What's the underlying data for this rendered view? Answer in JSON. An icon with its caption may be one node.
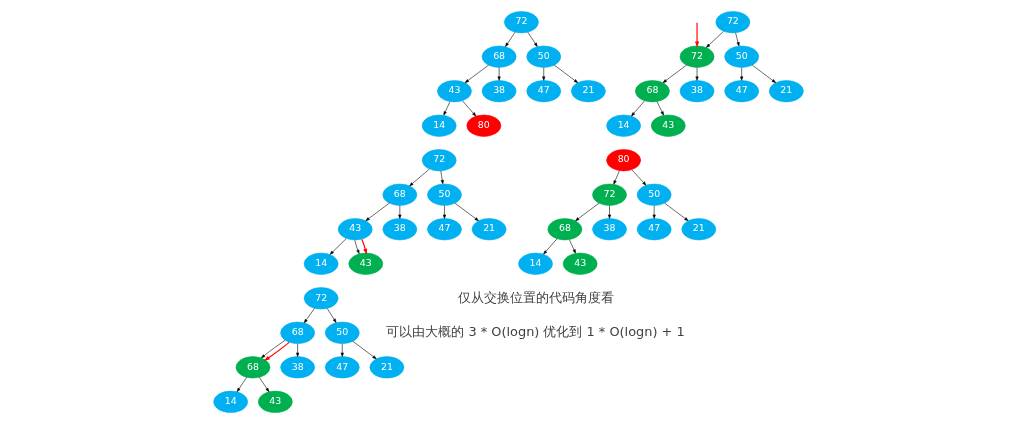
{
  "diagram": {
    "nodes": [
      {
        "text": [
          "72"
        ]
      },
      {
        "text": [
          "68"
        ]
      },
      {
        "text": [
          "50"
        ]
      },
      {
        "text": [
          "43"
        ]
      },
      {
        "text": [
          "38"
        ]
      },
      {
        "text": [
          "47"
        ]
      },
      {
        "text": [
          "21"
        ]
      },
      {
        "text": [
          "14"
        ]
      },
      {
        "text": [
          "80"
        ]
      },
      {
        "text": [
          "72"
        ]
      },
      {
        "text": [
          "72"
        ]
      },
      {
        "text": [
          "50"
        ]
      },
      {
        "text": [
          "68"
        ]
      },
      {
        "text": [
          "38"
        ]
      },
      {
        "text": [
          "47"
        ]
      },
      {
        "text": [
          "21"
        ]
      },
      {
        "text": [
          "14"
        ]
      },
      {
        "text": [
          "43"
        ]
      },
      {
        "text": [
          "72"
        ]
      },
      {
        "text": [
          "68"
        ]
      },
      {
        "text": [
          "50"
        ]
      },
      {
        "text": [
          "43"
        ]
      },
      {
        "text": [
          "38"
        ]
      },
      {
        "text": [
          "47"
        ]
      },
      {
        "text": [
          "21"
        ]
      },
      {
        "text": [
          "14"
        ]
      },
      {
        "text": [
          "43"
        ]
      },
      {
        "text": [
          "80"
        ]
      },
      {
        "text": [
          "72"
        ]
      },
      {
        "text": [
          "50"
        ]
      },
      {
        "text": [
          "68"
        ]
      },
      {
        "text": [
          "38"
        ]
      },
      {
        "text": [
          "47"
        ]
      },
      {
        "text": [
          "21"
        ]
      },
      {
        "text": [
          "14"
        ]
      },
      {
        "text": [
          "43"
        ]
      },
      {
        "text": [
          "72"
        ]
      },
      {
        "text": [
          "68"
        ]
      },
      {
        "text": [
          "50"
        ]
      },
      {
        "text": [
          "68"
        ]
      },
      {
        "text": [
          "38"
        ]
      },
      {
        "text": [
          "47"
        ]
      },
      {
        "text": [
          "21"
        ]
      },
      {
        "text": [
          "14"
        ]
      },
      {
        "text": [
          "43"
        ]
      }
    ],
    "edges": [
      {
        "from": 0,
        "to": 1,
        "arrow": "to"
      },
      {
        "from": 0,
        "to": 2,
        "arrow": "to"
      },
      {
        "from": 1,
        "to": 3,
        "arrow": "to"
      },
      {
        "from": 1,
        "to": 4,
        "arrow": "to"
      },
      {
        "from": 2,
        "to": 5,
        "arrow": "to"
      },
      {
        "from": 2,
        "to": 6,
        "arrow": "to"
      },
      {
        "from": 3,
        "to": 7,
        "arrow": "to"
      },
      {
        "from": 3,
        "to": 8,
        "arrow": "to"
      },
      {
        "from": 9,
        "to": 10,
        "arrow": "to"
      },
      {
        "from": 9,
        "to": 11,
        "arrow": "to"
      },
      {
        "from": 10,
        "to": 12,
        "arrow": "to"
      },
      {
        "from": 10,
        "to": 13,
        "arrow": "to"
      },
      {
        "from": 11,
        "to": 14,
        "arrow": "to"
      },
      {
        "from": 11,
        "to": 15,
        "arrow": "to"
      },
      {
        "from": 12,
        "to": 16,
        "arrow": "to"
      },
      {
        "from": 12,
        "to": 17,
        "arrow": "to"
      },
      {
        "from": null,
        "to": 10,
        "arrow": "to",
        "color": "#ff0000"
      },
      {
        "from": 18,
        "to": 19,
        "arrow": "to"
      },
      {
        "from": 18,
        "to": 20,
        "arrow": "to"
      },
      {
        "from": 19,
        "to": 21,
        "arrow": "to"
      },
      {
        "from": 19,
        "to": 22,
        "arrow": "to"
      },
      {
        "from": 20,
        "to": 23,
        "arrow": "to"
      },
      {
        "from": 20,
        "to": 24,
        "arrow": "to"
      },
      {
        "from": 21,
        "to": 25,
        "arrow": "to"
      },
      {
        "from": 21,
        "to": 26,
        "arrow": "to"
      },
      {
        "from": 21,
        "to": 26,
        "arrow": "to",
        "color": "#ff0000"
      },
      {
        "from": 27,
        "to": 28,
        "arrow": "to"
      },
      {
        "from": 27,
        "to": 29,
        "arrow": "to"
      },
      {
        "from": 28,
        "to": 30,
        "arrow": "to"
      },
      {
        "from": 28,
        "to": 31,
        "arrow": "to"
      },
      {
        "from": 29,
        "to": 32,
        "arrow": "to"
      },
      {
        "from": 29,
        "to": 33,
        "arrow": "to"
      },
      {
        "from": 30,
        "to": 34,
        "arrow": "to"
      },
      {
        "from": 30,
        "to": 35,
        "arrow": "to"
      },
      {
        "from": 36,
        "to": 37,
        "arrow": "to"
      },
      {
        "from": 36,
        "to": 38,
        "arrow": "to"
      },
      {
        "from": 37,
        "to": 39,
        "arrow": "to"
      },
      {
        "from": 37,
        "to": 40,
        "arrow": "to"
      },
      {
        "from": 38,
        "to": 41,
        "arrow": "to"
      },
      {
        "from": 38,
        "to": 42,
        "arrow": "to"
      },
      {
        "from": 39,
        "to": 43,
        "arrow": "to"
      },
      {
        "from": 39,
        "to": 44,
        "arrow": "to"
      },
      {
        "from": 37,
        "to": 39,
        "arrow": "to",
        "color": "#ff0000"
      }
    ],
    "labels": [
      "仅从交换位置的代码角度看",
      "可以由大概的 3 * O(logn) 优化到 1 * O(logn) + 1"
    ]
  }
}
